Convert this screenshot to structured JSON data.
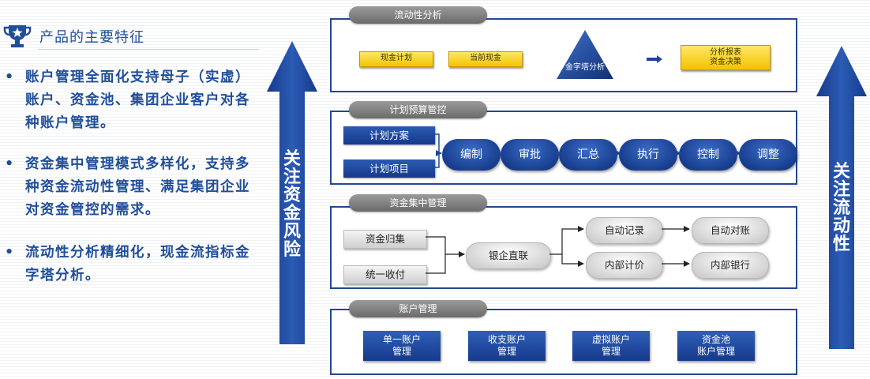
{
  "left": {
    "heading": "产品的主要特征",
    "bullet_symbol": "•",
    "bullets": [
      "账户管理全面化支持母子（实虚）账户、资金池、集团企业客户对各种账户管理。",
      "资金集中管理模式多样化，支持多种资金流动性管理、满足集团企业对资金管控的需求。",
      "流动性分析精细化，现金流指标金字塔分析。"
    ]
  },
  "arrows": {
    "left": "关注资金风险",
    "right": "关注流动性"
  },
  "liquidity": {
    "tab": "流动性分析",
    "cash_plan": "现金计划",
    "current_cash": "当前现金",
    "pyramid": "金字塔分析",
    "report_line1": "分析报表",
    "report_line2": "资金决策"
  },
  "budget": {
    "tab": "计划预算管控",
    "plan_scheme": "计划方案",
    "plan_item": "计划项目",
    "steps": [
      "编制",
      "审批",
      "汇总",
      "执行",
      "控制",
      "调整"
    ]
  },
  "central": {
    "tab": "资金集中管理",
    "collect": "资金归集",
    "unified_pay": "统一收付",
    "bank_link": "银企直联",
    "auto_record": "自动记录",
    "auto_reconcile": "自动对账",
    "internal_pricing": "内部计价",
    "internal_bank": "内部银行"
  },
  "accounts": {
    "tab": "账户管理",
    "items": [
      {
        "line1": "单一账户",
        "line2": "管理"
      },
      {
        "line1": "收支账户",
        "line2": "管理"
      },
      {
        "line1": "虚拟账户",
        "line2": "管理"
      },
      {
        "line1": "资金池",
        "line2": "账户管理"
      }
    ]
  },
  "colors": {
    "navy": "#1e4597",
    "gold": "#f2c300",
    "tab_grey": "#7f7f7f",
    "text_blue": "#1f4e9a"
  }
}
